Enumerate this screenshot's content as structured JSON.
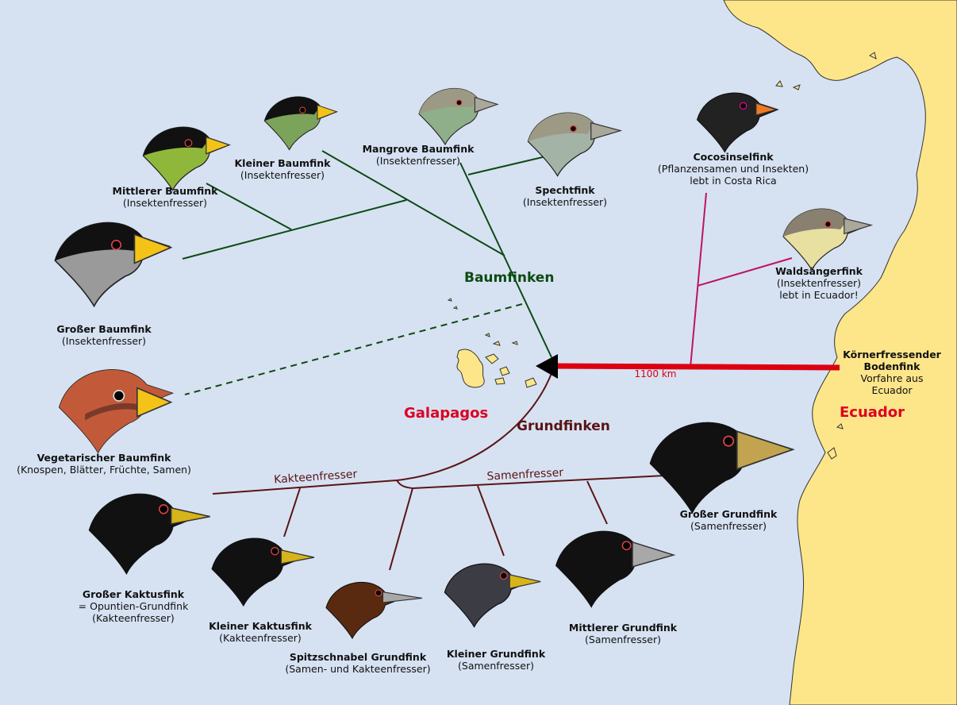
{
  "colors": {
    "sea": "#d6e2f2",
    "land": "#fde68a",
    "tree_finches": "#0d4a12",
    "ground_finches": "#5a1414",
    "mainland_finches": "#c0145c",
    "migration_arrow": "#dd0011",
    "region_red": "#dd0022"
  },
  "regions": {
    "tree_finches": "Baumfinken",
    "ground_finches": "Grundfinken",
    "galapagos": "Galapagos",
    "ecuador": "Ecuador"
  },
  "branches": {
    "cactus_eaters": "Kakteenfresser",
    "seed_eaters": "Samenfresser"
  },
  "distance": "1100 km",
  "birds": {
    "mittlerer_baumfink": {
      "name": "Mittlerer Baumfink",
      "diet": "(Insektenfresser)",
      "icon": "finch-head-icon"
    },
    "kleiner_baumfink": {
      "name": "Kleiner Baumfink",
      "diet": "(Insektenfresser)",
      "icon": "finch-head-icon"
    },
    "mangrove_baumfink": {
      "name": "Mangrove Baumfink",
      "diet": "(Insektenfresser)",
      "icon": "finch-head-icon"
    },
    "spechtfink": {
      "name": "Spechtfink",
      "diet": "(Insektenfresser)",
      "icon": "finch-head-icon"
    },
    "grosser_baumfink": {
      "name": "Großer Baumfink",
      "diet": "(Insektenfresser)",
      "icon": "finch-head-icon"
    },
    "vegetarischer_baumfink": {
      "name": "Vegetarischer Baumfink",
      "diet": "(Knospen, Blätter, Früchte, Samen)",
      "icon": "finch-head-icon"
    },
    "cocosinselfink": {
      "name": "Cocosinselfink",
      "diet": "(Pflanzensamen und Insekten)",
      "note": "lebt in Costa Rica",
      "icon": "finch-head-icon"
    },
    "waldsaengerfink": {
      "name": "Waldsängerfink",
      "diet": "(Insektenfresser)",
      "note": "lebt in Ecuador!",
      "icon": "finch-head-icon"
    },
    "koernerfressender_bodenfink": {
      "name_line1": "Körnerfressender",
      "name_line2": "Bodenfink",
      "note_line1": "Vorfahre aus",
      "note_line2": "Ecuador"
    },
    "grosser_kaktusfink": {
      "name": "Großer Kaktusfink",
      "alias": "= Opuntien-Grundfink",
      "diet": "(Kakteenfresser)",
      "icon": "finch-head-icon"
    },
    "kleiner_kaktusfink": {
      "name": "Kleiner Kaktusfink",
      "diet": "(Kakteenfresser)",
      "icon": "finch-head-icon"
    },
    "spitzschnabel_grundfink": {
      "name": "Spitzschnabel Grundfink",
      "diet": "(Samen- und Kakteenfresser)",
      "icon": "finch-head-icon"
    },
    "kleiner_grundfink": {
      "name": "Kleiner Grundfink",
      "diet": "(Samenfresser)",
      "icon": "finch-head-icon"
    },
    "mittlerer_grundfink": {
      "name": "Mittlerer Grundfink",
      "diet": "(Samenfresser)",
      "icon": "finch-head-icon"
    },
    "grosser_grundfink": {
      "name": "Großer Grundfink",
      "diet": "(Samenfresser)",
      "icon": "finch-head-icon"
    }
  }
}
